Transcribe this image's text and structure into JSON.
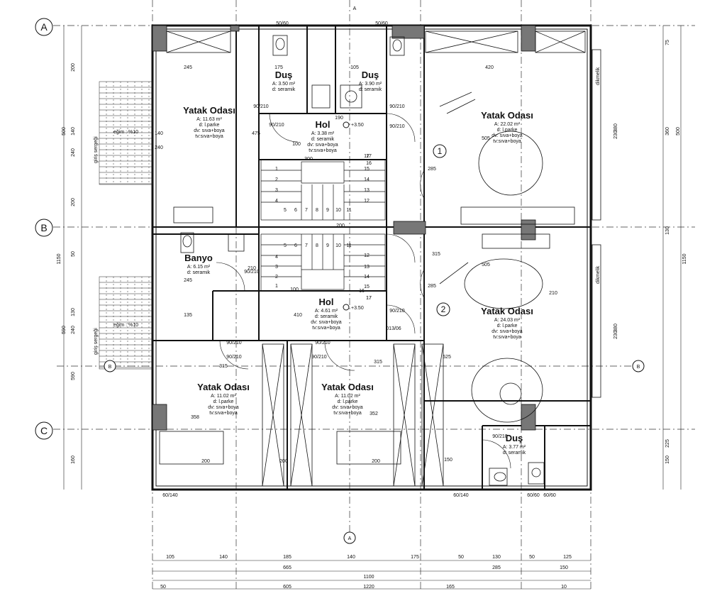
{
  "grid_axes": [
    "A",
    "B",
    "C"
  ],
  "section_marks": [
    "B",
    "B",
    "A",
    "A"
  ],
  "circle_numbers": [
    "1",
    "2"
  ],
  "rooms": [
    {
      "key": "yatak-nw",
      "title": "Yatak Odası",
      "lines": [
        "A: 11.63 m²",
        "d: l.parke",
        "dv: sıva+boya",
        "tv:sıva+boya"
      ]
    },
    {
      "key": "dus-top-left",
      "title": "Duş",
      "lines": [
        "A: 3.50 m²",
        "d: seramik"
      ]
    },
    {
      "key": "dus-top-right",
      "title": "Duş",
      "lines": [
        "A: 3.90 m²",
        "d: seramik"
      ]
    },
    {
      "key": "hol-top",
      "title": "Hol",
      "lines": [
        "A: 3.38 m²",
        "d: seramik",
        "dv: sıva+boya",
        "tv:sıva+boya"
      ]
    },
    {
      "key": "yatak-ne",
      "title": "Yatak Odası",
      "lines": [
        "A: 22.02 m²",
        "d: l.parke",
        "dv: sıva+boya",
        "tv:sıva+boya"
      ]
    },
    {
      "key": "banyo",
      "title": "Banyo",
      "lines": [
        "A: 6.15 m²",
        "d: seramik"
      ]
    },
    {
      "key": "hol-mid",
      "title": "Hol",
      "lines": [
        "A: 4.61 m²",
        "d: seramik",
        "dv: sıva+boya",
        "tv:sıva+boya"
      ]
    },
    {
      "key": "yatak-e",
      "title": "Yatak Odası",
      "lines": [
        "A: 24.03 m²",
        "d: l.parke",
        "dv: sıva+boya",
        "tv:sıva+boya"
      ]
    },
    {
      "key": "yatak-sw",
      "title": "Yatak Odası",
      "lines": [
        "A: 11.02 m²",
        "d: l.parke",
        "dv: sıva+boya",
        "tv:sıva+boya"
      ]
    },
    {
      "key": "yatak-sc",
      "title": "Yatak Odası",
      "lines": [
        "A: 11.02 m²",
        "d: l.parke",
        "dv: sıva+boya",
        "tv:sıva+boya"
      ]
    },
    {
      "key": "dus-se",
      "title": "Duş",
      "lines": [
        "A: 3.77 m²",
        "d: seramik"
      ]
    }
  ],
  "level_marks": [
    "+3.50",
    "+3.50"
  ],
  "door_labels": [
    "50/60",
    "50/60",
    "90/210",
    "90/210",
    "90/210",
    "90/210",
    "90/210",
    "90/210",
    "90/210",
    "90/210",
    "90/210",
    "90/210",
    "90/210",
    "60/140",
    "60/140",
    "60/60",
    "60/60",
    "013/06"
  ],
  "ramp_labels": {
    "slope": "eğim : %10",
    "entry": "giriş sergeği"
  },
  "stair_steps_top": [
    "1",
    "2",
    "3",
    "4",
    "5",
    "6",
    "7",
    "8",
    "9",
    "10",
    "11",
    "12",
    "13",
    "14",
    "15",
    "16",
    "17"
  ],
  "stair_steps_bottom": [
    "1",
    "2",
    "3",
    "4",
    "5",
    "6",
    "7",
    "8",
    "9",
    "10",
    "11",
    "12",
    "13",
    "14",
    "15",
    "16",
    "17"
  ],
  "dims_bottom_row1": [
    "105",
    "140",
    "185",
    "140",
    "175",
    "50",
    "130",
    "50",
    "125"
  ],
  "dims_bottom_row2": [
    "665",
    "285",
    "150"
  ],
  "dims_bottom_total": "1100",
  "dims_bottom_row4": [
    "1220",
    "50",
    "605",
    "165",
    "10"
  ],
  "dims_left_outer": "1150",
  "dims_left": [
    "200",
    "500",
    "140",
    "240",
    "200",
    "50",
    "590",
    "130",
    "240",
    "590",
    "160"
  ],
  "dims_right_outer": "1150",
  "dims_right": [
    "75",
    "360",
    "500",
    "380",
    "230",
    "380",
    "230",
    "225",
    "150",
    "130"
  ],
  "dims_interior": [
    "245",
    "175",
    "105",
    "420",
    "190",
    "315",
    "315",
    "505",
    "505",
    "300",
    "135",
    "410",
    "245",
    "285",
    "285",
    "525",
    "150",
    "200",
    "200",
    "200",
    "475",
    "140",
    "240",
    "358",
    "352",
    "210",
    "200",
    "100",
    "100",
    "210",
    "315",
    "17",
    "17"
  ],
  "labels_misc": [
    "dikmelik",
    "dikmelik"
  ]
}
